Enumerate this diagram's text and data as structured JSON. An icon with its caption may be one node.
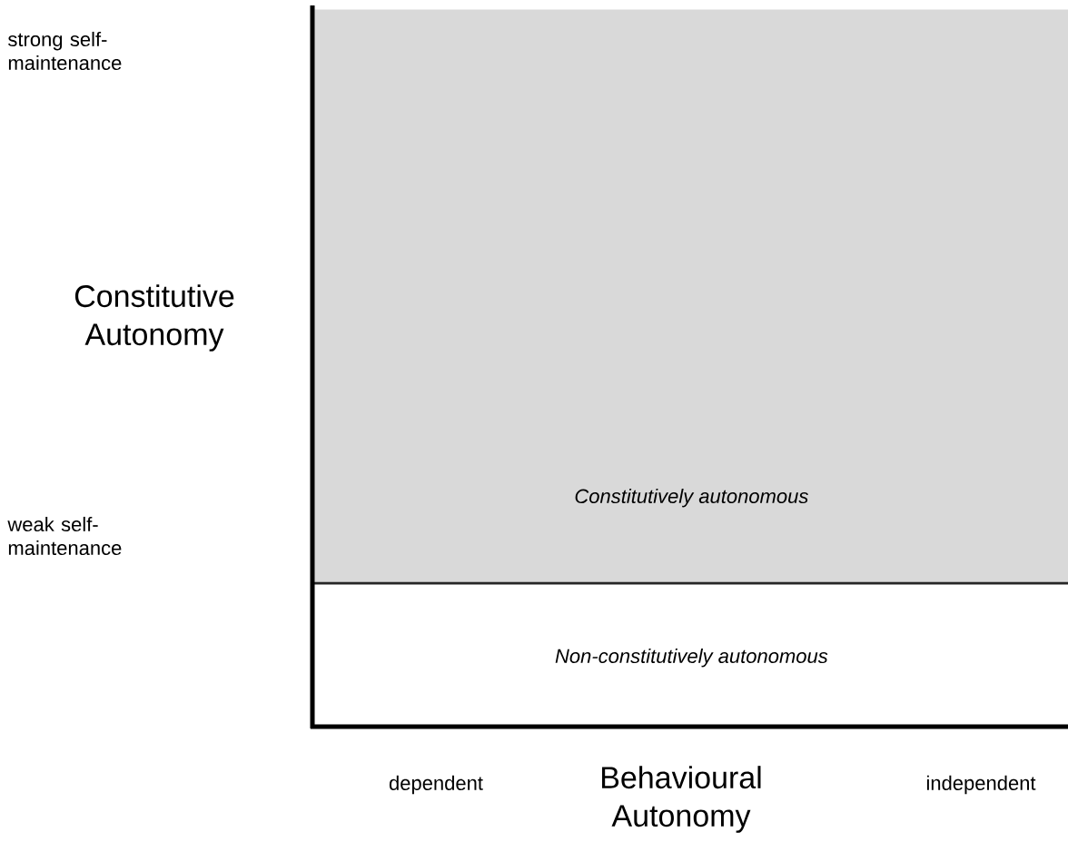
{
  "diagram": {
    "nodes": [
      {
        "text": [
          "Constitutively autonomous"
        ]
      },
      {
        "text": [
          "Non-constitutively autonomous"
        ]
      }
    ],
    "labels": [
      "strong self-maintenance",
      "Constitutive Autonomy",
      "weak self-maintenance",
      "dependent",
      "Behavioural Autonomy",
      "independent"
    ]
  }
}
